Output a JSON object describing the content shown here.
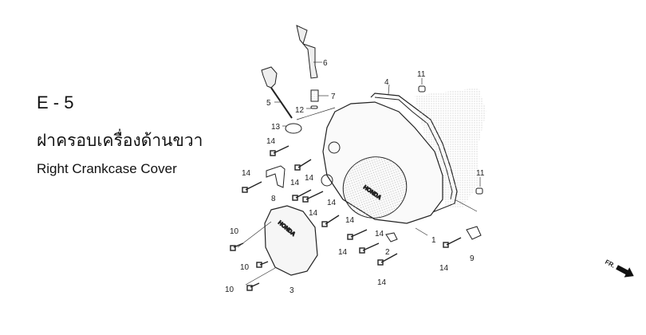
{
  "header": {
    "section_code": "E - 5",
    "title_th": "ฝาครอบเครื่องด้านขวา",
    "title_en": "Right Crankcase Cover"
  },
  "diagram": {
    "callouts": {
      "c1": "1",
      "c2": "2",
      "c3": "3",
      "c4": "4",
      "c5": "5",
      "c6": "6",
      "c7": "7",
      "c8": "8",
      "c9": "9",
      "c10a": "10",
      "c10b": "10",
      "c10c": "10",
      "c11a": "11",
      "c11b": "11",
      "c12": "12",
      "c13": "13",
      "c14a": "14",
      "c14b": "14",
      "c14c": "14",
      "c14d": "14",
      "c14e": "14",
      "c14f": "14",
      "c14g": "14",
      "c14h": "14",
      "c14i": "14",
      "c14j": "14",
      "c14k": "14"
    },
    "front_marker": "FR."
  }
}
